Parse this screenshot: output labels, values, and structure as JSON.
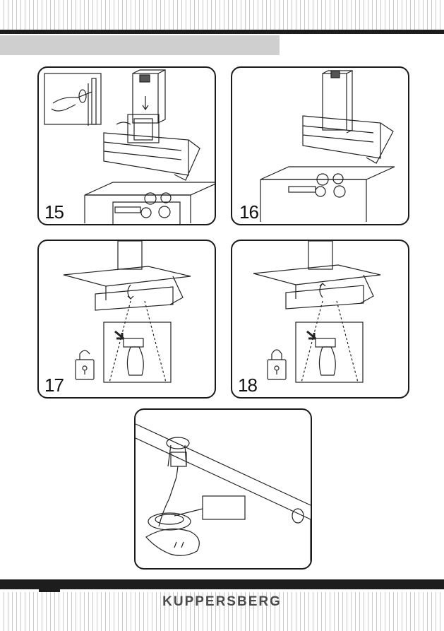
{
  "header": {
    "section_title": ""
  },
  "steps": [
    {
      "number": "15"
    },
    {
      "number": "16"
    },
    {
      "number": "17"
    },
    {
      "number": "18"
    }
  ],
  "footer": {
    "brand": "KUPPERSBERG"
  },
  "colors": {
    "bar": "#1d1d1d",
    "band": "#cfcfcf",
    "stripe": "#c9c9c9"
  }
}
